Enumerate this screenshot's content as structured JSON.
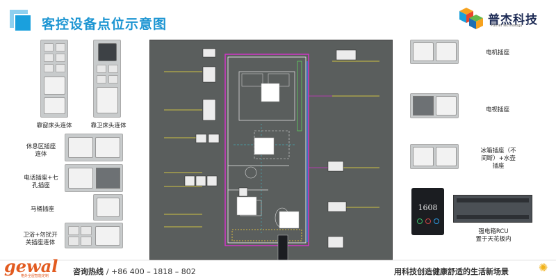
{
  "header": {
    "title": "客控设备点位示意图"
  },
  "logo": {
    "name": "普杰科技",
    "sub": "Puirtel Technology"
  },
  "left_devices": {
    "bed_window": "靠窗床头连体",
    "bed_bath": "靠卫床头连体",
    "lounge": "休息区插座\n连体",
    "phone": "电话插座+七\n孔插座",
    "toilet": "马桶插座",
    "bath_switch": "卫浴+勿扰开\n关插座连体"
  },
  "right_devices": {
    "motor": "电机插座",
    "tv": "电视插座",
    "fridge": "冰箱插座（不\n间断）+水壶\n插座",
    "rcu": "强电箱RCU\n置于天花板内",
    "door_number": "1608"
  },
  "footer": {
    "brand": "gewal",
    "brand_sub": "格外全屋智能定制",
    "hotline_label": "咨询热线",
    "hotline_number": "/ +86 400 – 1818 – 802",
    "slogan": "用科技创造健康舒适的生活新场景"
  }
}
